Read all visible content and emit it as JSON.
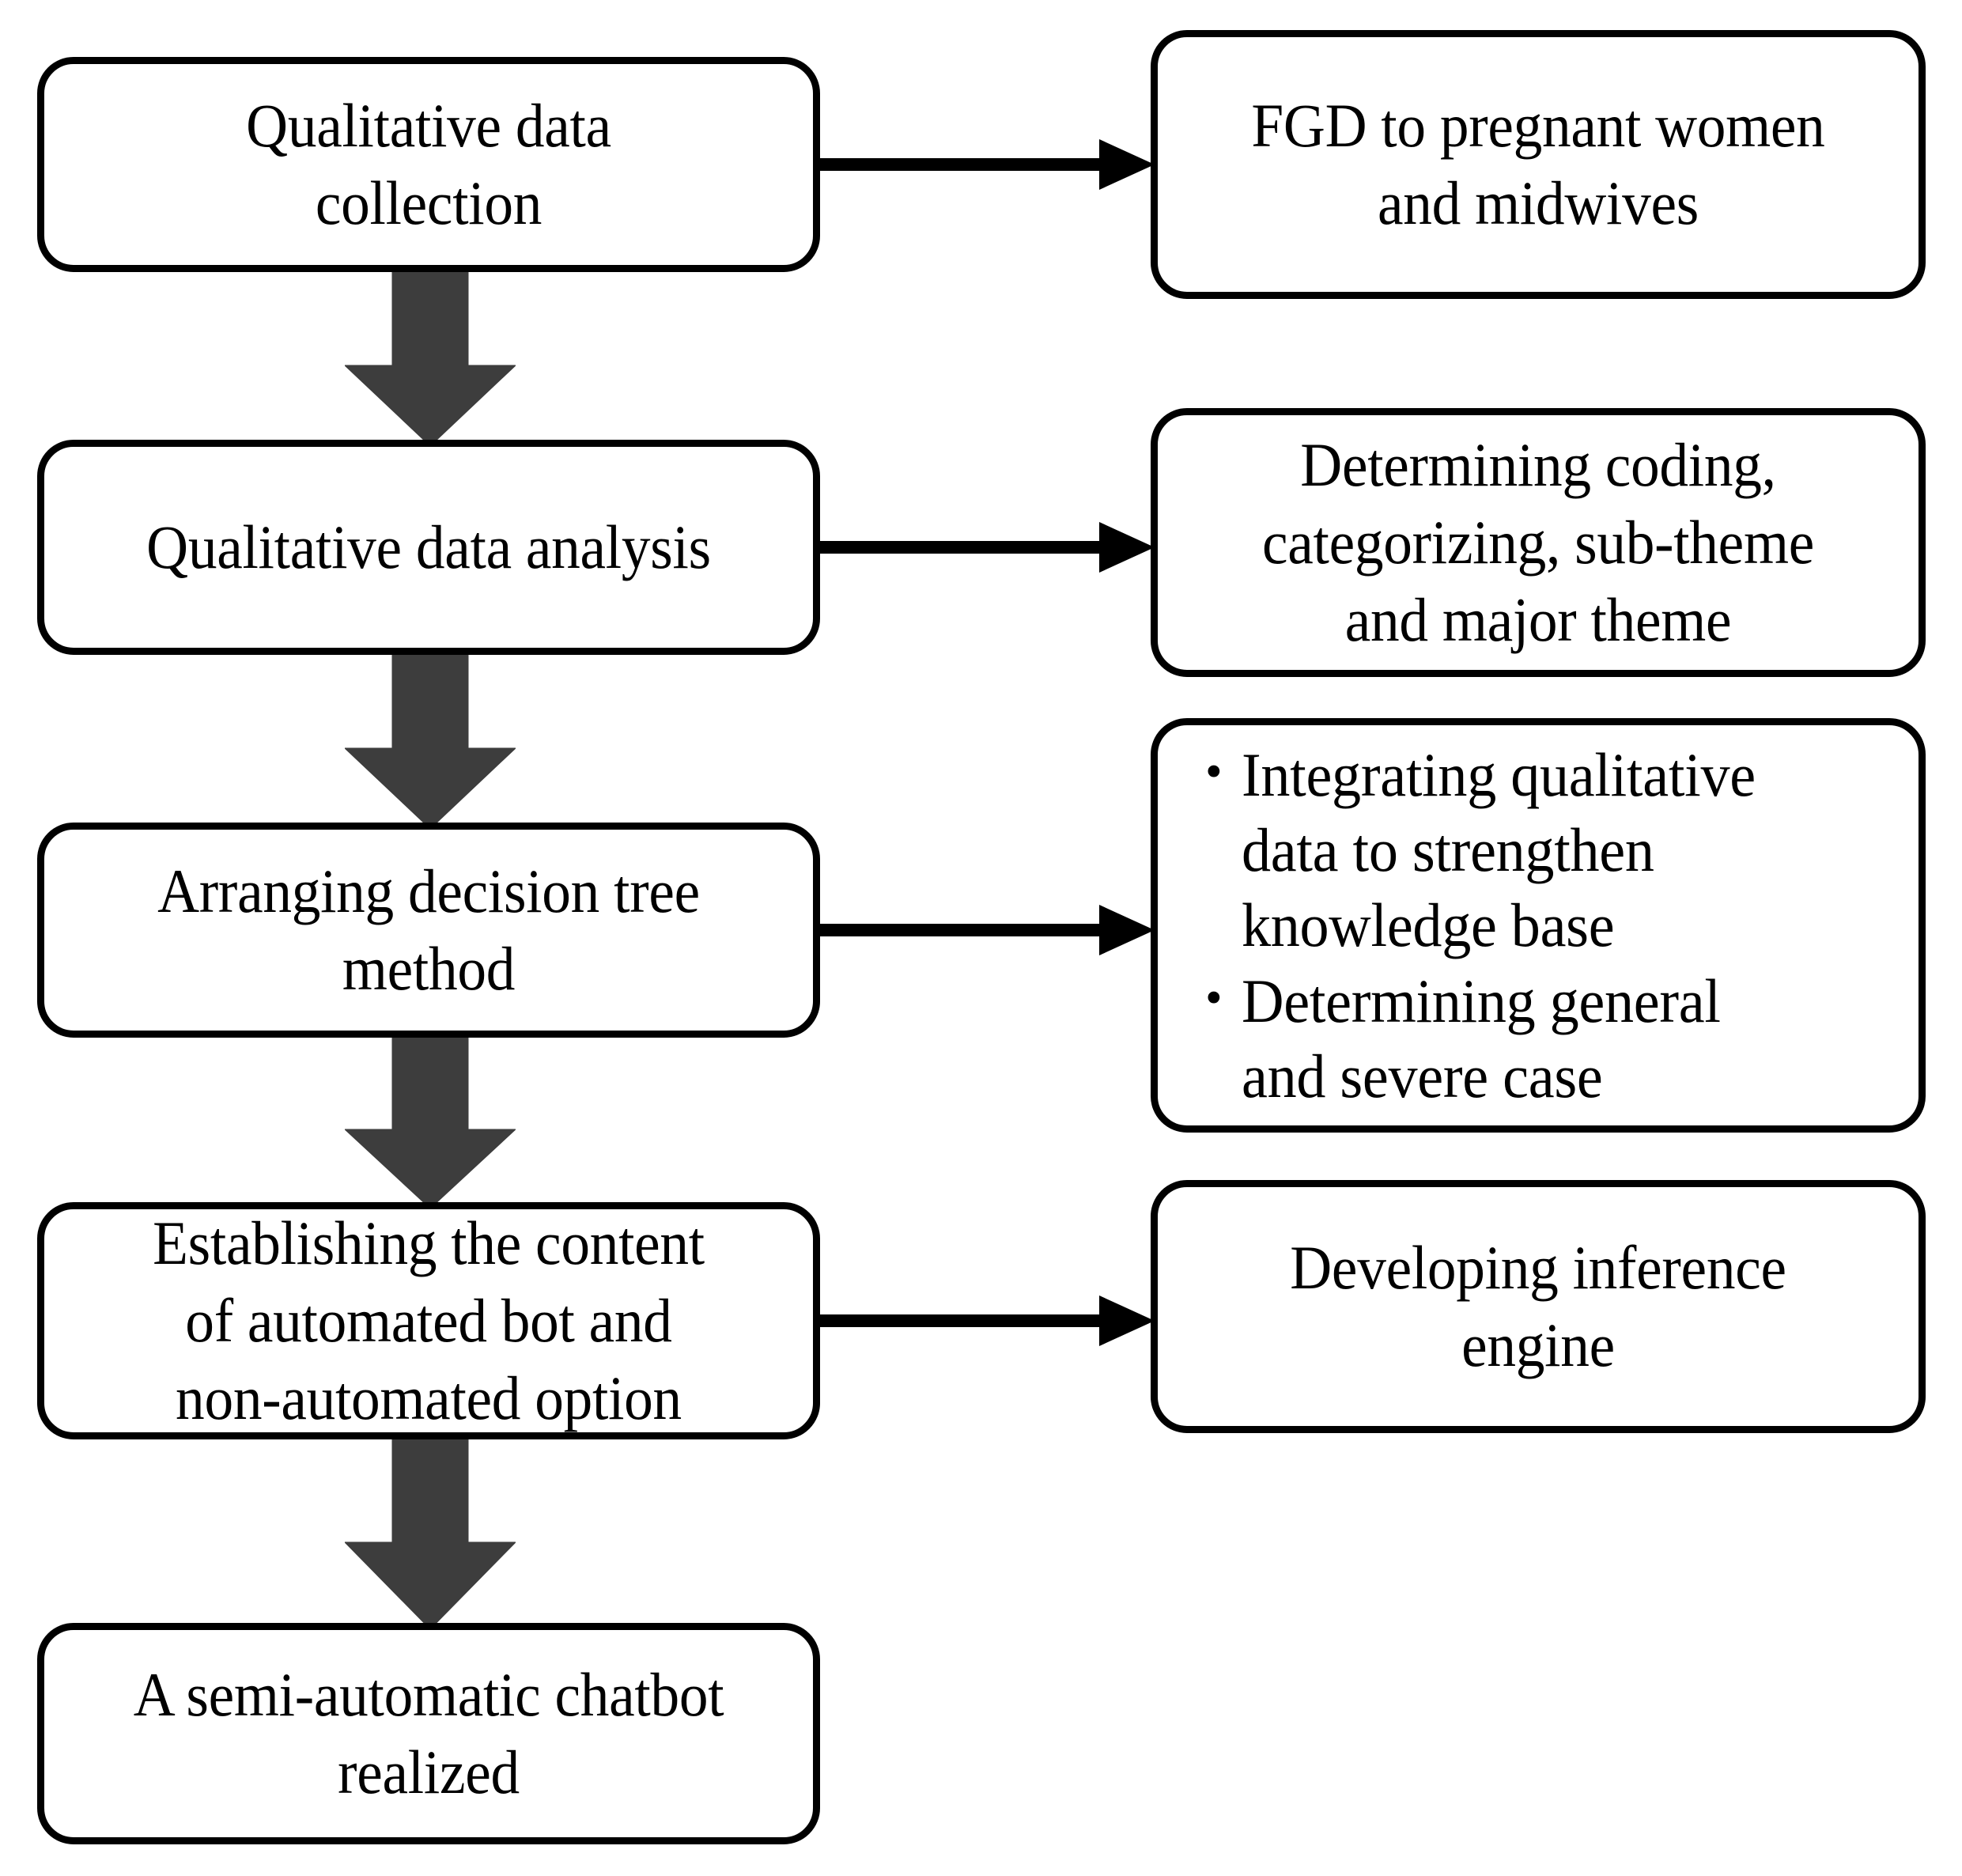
{
  "diagram": {
    "type": "flowchart",
    "title": "Semi-automatic chatbot development workflow",
    "orientation": "vertical-with-side-annotations",
    "colors": {
      "box_border": "#000000",
      "box_fill": "#ffffff",
      "block_arrow_fill": "#3d3d3d",
      "line_arrow": "#000000",
      "text": "#000000",
      "background": "#ffffff"
    },
    "nodes": {
      "collect": {
        "label": "Qualitative data\ncollection"
      },
      "analysis": {
        "label": "Qualitative data analysis"
      },
      "tree": {
        "label": "Arranging decision tree\nmethod"
      },
      "establish": {
        "label": "Establishing the content\nof automated bot and\nnon-automated option"
      },
      "chatbot": {
        "label": "A semi-automatic chatbot\nrealized"
      },
      "fgd": {
        "label": "FGD to pregnant women\nand midwives"
      },
      "coding": {
        "label": "Determining coding,\ncategorizing, sub-theme\nand major theme"
      },
      "integrate": {
        "bullet_glyph": "•",
        "items": [
          "Integrating qualitative\ndata to strengthen\nknowledge base",
          "Determining general\nand severe case"
        ]
      },
      "engine": {
        "label": "Developing inference\nengine"
      }
    },
    "edges": [
      {
        "id": "collect-to-fgd",
        "from": "collect",
        "to": "fgd",
        "style": "thin-line-arrow",
        "direction": "right"
      },
      {
        "id": "collect-to-analysis",
        "from": "collect",
        "to": "analysis",
        "style": "block-arrow",
        "direction": "down"
      },
      {
        "id": "analysis-to-coding",
        "from": "analysis",
        "to": "coding",
        "style": "thin-line-arrow",
        "direction": "right"
      },
      {
        "id": "analysis-to-tree",
        "from": "analysis",
        "to": "tree",
        "style": "block-arrow",
        "direction": "down"
      },
      {
        "id": "tree-to-integrate",
        "from": "tree",
        "to": "integrate",
        "style": "thin-line-arrow",
        "direction": "right"
      },
      {
        "id": "tree-to-establish",
        "from": "tree",
        "to": "establish",
        "style": "block-arrow",
        "direction": "down"
      },
      {
        "id": "establish-to-engine",
        "from": "establish",
        "to": "engine",
        "style": "thin-line-arrow",
        "direction": "right"
      },
      {
        "id": "establish-to-chatbot",
        "from": "establish",
        "to": "chatbot",
        "style": "block-arrow",
        "direction": "down"
      }
    ]
  }
}
